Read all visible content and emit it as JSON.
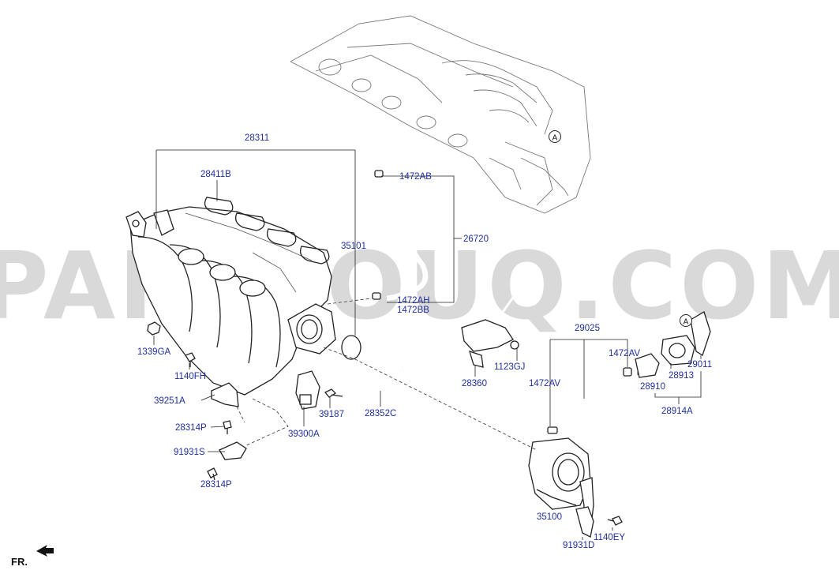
{
  "watermark": "PARTSOUQ.COM",
  "direction_label": "FR.",
  "callouts": {
    "c28311": "28311",
    "c28411B": "28411B",
    "c35101": "35101",
    "c1472AB": "1472AB",
    "c26720": "26720",
    "c1472AH": "1472AH",
    "c1472BB": "1472BB",
    "c1339GA": "1339GA",
    "c1140FH": "1140FH",
    "c39251A": "39251A",
    "c28314P_1": "28314P",
    "c91931S": "91931S",
    "c28314P_2": "28314P",
    "c39300A": "39300A",
    "c39187": "39187",
    "c28352C": "28352C",
    "c28360": "28360",
    "c1123GJ": "1123GJ",
    "c29025": "29025",
    "c1472AV_1": "1472AV",
    "c1472AV_2": "1472AV",
    "c28910": "28910",
    "c28913": "28913",
    "c29011": "29011",
    "c28914A": "28914A",
    "c35100": "35100",
    "c91931D": "91931D",
    "c1140EY": "1140EY"
  },
  "ref_marker": {
    "a1": "A",
    "a2": "A"
  }
}
